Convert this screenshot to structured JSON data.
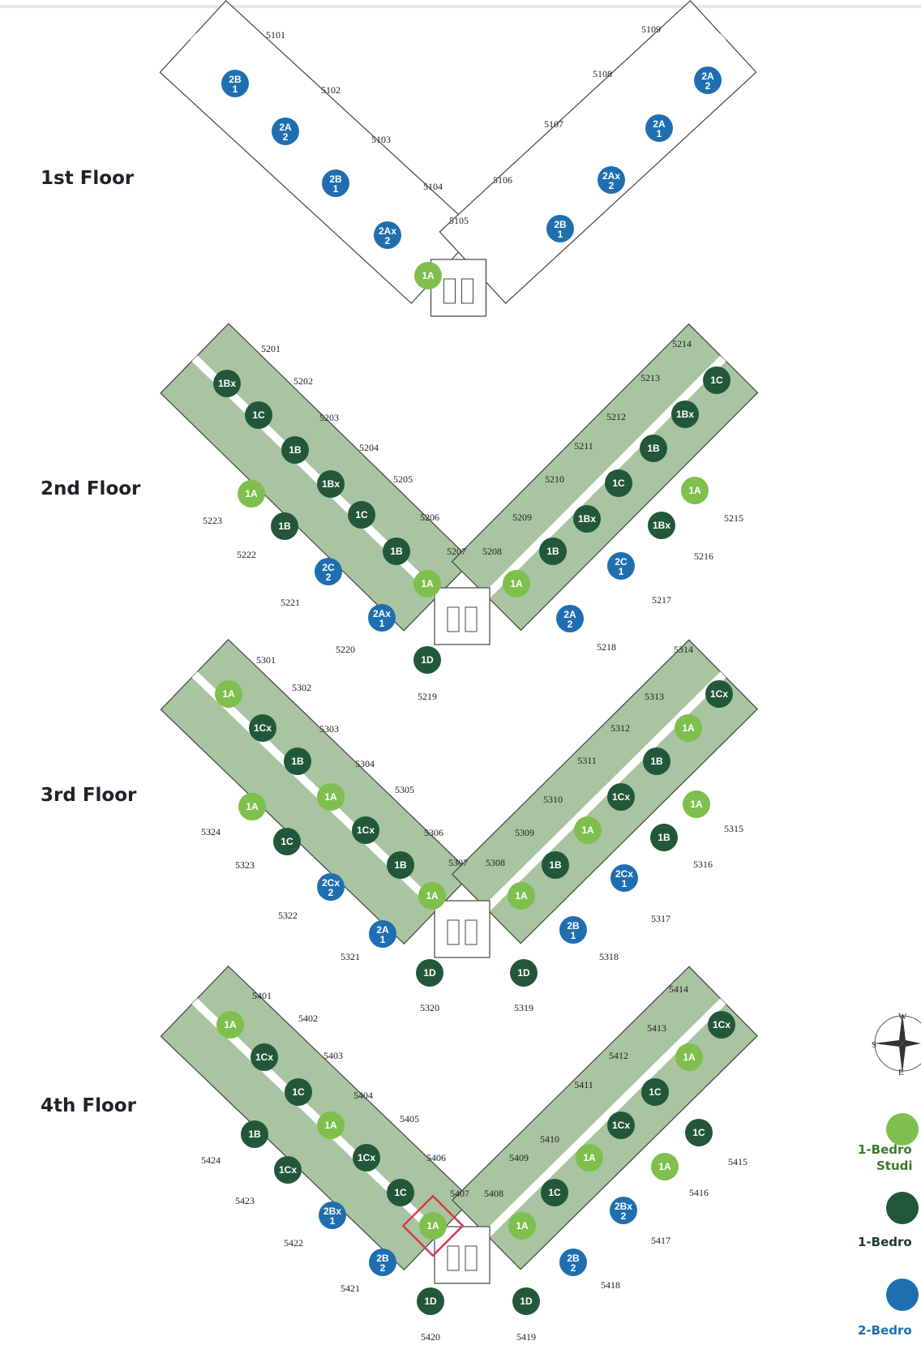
{
  "colors": {
    "light_green": "#7fbf4d",
    "dark_green": "#23573a",
    "blue": "#1f6fb0",
    "unit_fill_blue": "#a9c8e3",
    "unit_fill_green": "#a8c4a0",
    "planter_green": "#6ea04c",
    "highlight_red": "#d83a4a"
  },
  "icons": [
    "compass-icon"
  ],
  "compass": {
    "north": "W",
    "west": "S",
    "south": "E"
  },
  "legend": [
    {
      "type": "light_green",
      "label": "1-Bedro",
      "label2": "Studi"
    },
    {
      "type": "dark_green",
      "label": "1-Bedro"
    },
    {
      "type": "blue",
      "label": "2-Bedro"
    }
  ],
  "floors": [
    {
      "title": "1st Floor",
      "unit_numbers": [
        "5101",
        "5102",
        "5103",
        "5104",
        "5105",
        "5106",
        "5107",
        "5108",
        "5109"
      ],
      "markers": [
        {
          "code": "2B",
          "sub": "1",
          "type": "blue"
        },
        {
          "code": "2A",
          "sub": "2",
          "type": "blue"
        },
        {
          "code": "2B",
          "sub": "1",
          "type": "blue"
        },
        {
          "code": "2Ax",
          "sub": "2",
          "type": "blue"
        },
        {
          "code": "1A",
          "sub": "",
          "type": "light_green"
        },
        {
          "code": "2B",
          "sub": "1",
          "type": "blue"
        },
        {
          "code": "2Ax",
          "sub": "2",
          "type": "blue"
        },
        {
          "code": "2A",
          "sub": "1",
          "type": "blue"
        },
        {
          "code": "2A",
          "sub": "2",
          "type": "blue"
        }
      ]
    },
    {
      "title": "2nd Floor",
      "unit_numbers": [
        "5201",
        "5202",
        "5203",
        "5204",
        "5205",
        "5206",
        "5207",
        "5208",
        "5209",
        "5210",
        "5211",
        "5212",
        "5213",
        "5214",
        "5215",
        "5216",
        "5217",
        "5218",
        "5219",
        "5220",
        "5221",
        "5222",
        "5223"
      ],
      "markers": [
        {
          "code": "1Bx",
          "sub": "",
          "type": "dark_green"
        },
        {
          "code": "1C",
          "sub": "",
          "type": "dark_green"
        },
        {
          "code": "1B",
          "sub": "",
          "type": "dark_green"
        },
        {
          "code": "1Bx",
          "sub": "",
          "type": "dark_green"
        },
        {
          "code": "1C",
          "sub": "",
          "type": "dark_green"
        },
        {
          "code": "1B",
          "sub": "",
          "type": "dark_green"
        },
        {
          "code": "1A",
          "sub": "",
          "type": "light_green"
        },
        {
          "code": "1A",
          "sub": "",
          "type": "light_green"
        },
        {
          "code": "1B",
          "sub": "",
          "type": "dark_green"
        },
        {
          "code": "1Bx",
          "sub": "",
          "type": "dark_green"
        },
        {
          "code": "1C",
          "sub": "",
          "type": "dark_green"
        },
        {
          "code": "1B",
          "sub": "",
          "type": "dark_green"
        },
        {
          "code": "1Bx",
          "sub": "",
          "type": "dark_green"
        },
        {
          "code": "1C",
          "sub": "",
          "type": "dark_green"
        },
        {
          "code": "1A",
          "sub": "",
          "type": "light_green"
        },
        {
          "code": "1Bx",
          "sub": "",
          "type": "dark_green"
        },
        {
          "code": "2C",
          "sub": "1",
          "type": "blue"
        },
        {
          "code": "2A",
          "sub": "2",
          "type": "blue"
        },
        {
          "code": "1D",
          "sub": "",
          "type": "dark_green"
        },
        {
          "code": "2Ax",
          "sub": "1",
          "type": "blue"
        },
        {
          "code": "2C",
          "sub": "2",
          "type": "blue"
        },
        {
          "code": "1B",
          "sub": "",
          "type": "dark_green"
        },
        {
          "code": "1A",
          "sub": "",
          "type": "light_green"
        }
      ]
    },
    {
      "title": "3rd Floor",
      "unit_numbers": [
        "5301",
        "5302",
        "5303",
        "5304",
        "5305",
        "5306",
        "5307",
        "5308",
        "5309",
        "5310",
        "5311",
        "5312",
        "5313",
        "5314",
        "5315",
        "5316",
        "5317",
        "5318",
        "5319",
        "5320",
        "5321",
        "5322",
        "5323",
        "5324"
      ],
      "markers": [
        {
          "code": "1A",
          "sub": "",
          "type": "light_green"
        },
        {
          "code": "1Cx",
          "sub": "",
          "type": "dark_green"
        },
        {
          "code": "1B",
          "sub": "",
          "type": "dark_green"
        },
        {
          "code": "1A",
          "sub": "",
          "type": "light_green"
        },
        {
          "code": "1Cx",
          "sub": "",
          "type": "dark_green"
        },
        {
          "code": "1B",
          "sub": "",
          "type": "dark_green"
        },
        {
          "code": "1A",
          "sub": "",
          "type": "light_green"
        },
        {
          "code": "1A",
          "sub": "",
          "type": "light_green"
        },
        {
          "code": "1B",
          "sub": "",
          "type": "dark_green"
        },
        {
          "code": "1A",
          "sub": "",
          "type": "light_green"
        },
        {
          "code": "1Cx",
          "sub": "",
          "type": "dark_green"
        },
        {
          "code": "1B",
          "sub": "",
          "type": "dark_green"
        },
        {
          "code": "1A",
          "sub": "",
          "type": "light_green"
        },
        {
          "code": "1Cx",
          "sub": "",
          "type": "dark_green"
        },
        {
          "code": "1A",
          "sub": "",
          "type": "light_green"
        },
        {
          "code": "1B",
          "sub": "",
          "type": "dark_green"
        },
        {
          "code": "2Cx",
          "sub": "1",
          "type": "blue"
        },
        {
          "code": "2B",
          "sub": "1",
          "type": "blue"
        },
        {
          "code": "1D",
          "sub": "",
          "type": "dark_green"
        },
        {
          "code": "1D",
          "sub": "",
          "type": "dark_green"
        },
        {
          "code": "2A",
          "sub": "1",
          "type": "blue"
        },
        {
          "code": "2Cx",
          "sub": "2",
          "type": "blue"
        },
        {
          "code": "1C",
          "sub": "",
          "type": "dark_green"
        },
        {
          "code": "1A",
          "sub": "",
          "type": "light_green"
        }
      ]
    },
    {
      "title": "4th Floor",
      "unit_numbers": [
        "5401",
        "5402",
        "5403",
        "5404",
        "5405",
        "5406",
        "5407",
        "5408",
        "5409",
        "5410",
        "5411",
        "5412",
        "5413",
        "5414",
        "5415",
        "5416",
        "5417",
        "5418",
        "5419",
        "5420",
        "5421",
        "5422",
        "5423",
        "5424"
      ],
      "highlight_unit": "5407",
      "markers": [
        {
          "code": "1A",
          "sub": "",
          "type": "light_green"
        },
        {
          "code": "1Cx",
          "sub": "",
          "type": "dark_green"
        },
        {
          "code": "1C",
          "sub": "",
          "type": "dark_green"
        },
        {
          "code": "1A",
          "sub": "",
          "type": "light_green"
        },
        {
          "code": "1Cx",
          "sub": "",
          "type": "dark_green"
        },
        {
          "code": "1C",
          "sub": "",
          "type": "dark_green"
        },
        {
          "code": "1A",
          "sub": "",
          "type": "light_green"
        },
        {
          "code": "1A",
          "sub": "",
          "type": "light_green"
        },
        {
          "code": "1C",
          "sub": "",
          "type": "dark_green"
        },
        {
          "code": "1A",
          "sub": "",
          "type": "light_green"
        },
        {
          "code": "1Cx",
          "sub": "",
          "type": "dark_green"
        },
        {
          "code": "1C",
          "sub": "",
          "type": "dark_green"
        },
        {
          "code": "1A",
          "sub": "",
          "type": "light_green"
        },
        {
          "code": "1Cx",
          "sub": "",
          "type": "dark_green"
        },
        {
          "code": "1C",
          "sub": "",
          "type": "dark_green"
        },
        {
          "code": "1A",
          "sub": "",
          "type": "light_green"
        },
        {
          "code": "2Bx",
          "sub": "2",
          "type": "blue"
        },
        {
          "code": "2B",
          "sub": "2",
          "type": "blue"
        },
        {
          "code": "1D",
          "sub": "",
          "type": "dark_green"
        },
        {
          "code": "1D",
          "sub": "",
          "type": "dark_green"
        },
        {
          "code": "2B",
          "sub": "2",
          "type": "blue"
        },
        {
          "code": "2Bx",
          "sub": "1",
          "type": "blue"
        },
        {
          "code": "1Cx",
          "sub": "",
          "type": "dark_green"
        },
        {
          "code": "1B",
          "sub": "",
          "type": "dark_green"
        }
      ]
    }
  ]
}
